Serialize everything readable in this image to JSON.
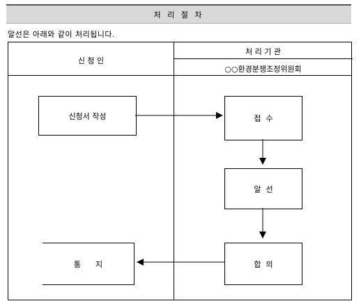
{
  "header": {
    "title": "처 리 절 차"
  },
  "intro": {
    "text": "알선은 아래와 같이 처리됩니다."
  },
  "table": {
    "col_left": "신 청 인",
    "col_right": "처 리 기 관",
    "col_right_sub": "○○환경분쟁조정위원회"
  },
  "steps": {
    "apply": "신청서 작성",
    "receipt": "접  수",
    "mediation": "알  선",
    "agreement": "합  의",
    "notice": "통      지"
  }
}
